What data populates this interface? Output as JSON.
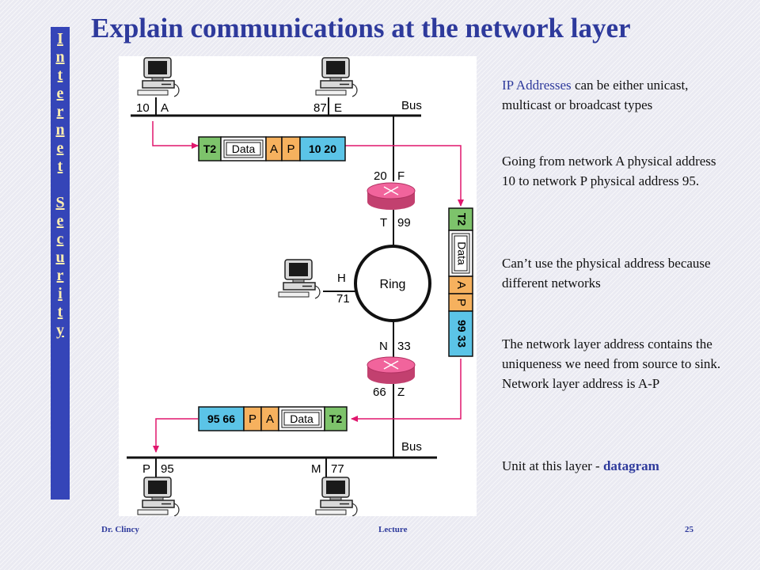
{
  "slide": {
    "title": "Explain communications at the network layer",
    "side_banner": [
      "I",
      "n",
      "t",
      "e",
      "r",
      "n",
      "e",
      "t",
      " ",
      "S",
      "e",
      "c",
      "u",
      "r",
      "i",
      "t",
      "y"
    ]
  },
  "diagram": {
    "top_bus_label": "Bus",
    "bottom_bus_label": "Bus",
    "ring_label": "Ring",
    "stations": {
      "a_addr": "10",
      "a_name": "A",
      "e_addr": "87",
      "e_name": "E",
      "h_name": "H",
      "h_addr": "71",
      "p_name": "P",
      "p_addr": "95",
      "m_name": "M",
      "m_addr": "77"
    },
    "router_top": {
      "f_addr": "20",
      "f_name": "F",
      "t_name": "T",
      "t_addr": "99"
    },
    "router_bottom": {
      "n_name": "N",
      "n_addr": "33",
      "z_addr": "66",
      "z_name": "Z"
    },
    "packet_top": {
      "trailer": "T2",
      "data": "Data",
      "net_a": "A",
      "net_b": "P",
      "phys": "10 20"
    },
    "packet_vertical": {
      "trailer": "T2",
      "data": "Data",
      "net_a": "A",
      "net_b": "P",
      "phys": "99 33"
    },
    "packet_bottom": {
      "phys": "95 66",
      "net_a": "P",
      "net_b": "A",
      "data": "Data",
      "trailer": "T2"
    },
    "colors": {
      "link": "#e0166d",
      "trailer": "#7dc36b",
      "net": "#f6b15e",
      "phys": "#5bc4e7",
      "router": "#f1649c"
    }
  },
  "notes": {
    "p1_lead": "IP Addresses",
    "p1_rest": " can be either unicast, multicast or broadcast types",
    "p2": "Going from network A physical address 10 to network P physical address 95.",
    "p3": "Can’t use the physical address because different networks",
    "p4": "The network layer address contains the uniqueness we need from source to sink. Network layer address is A-P",
    "p5_lead": "Unit at this layer - ",
    "p5_em": "datagram"
  },
  "footer": {
    "author": "Dr. Clincy",
    "center": "Lecture",
    "page": "25"
  }
}
